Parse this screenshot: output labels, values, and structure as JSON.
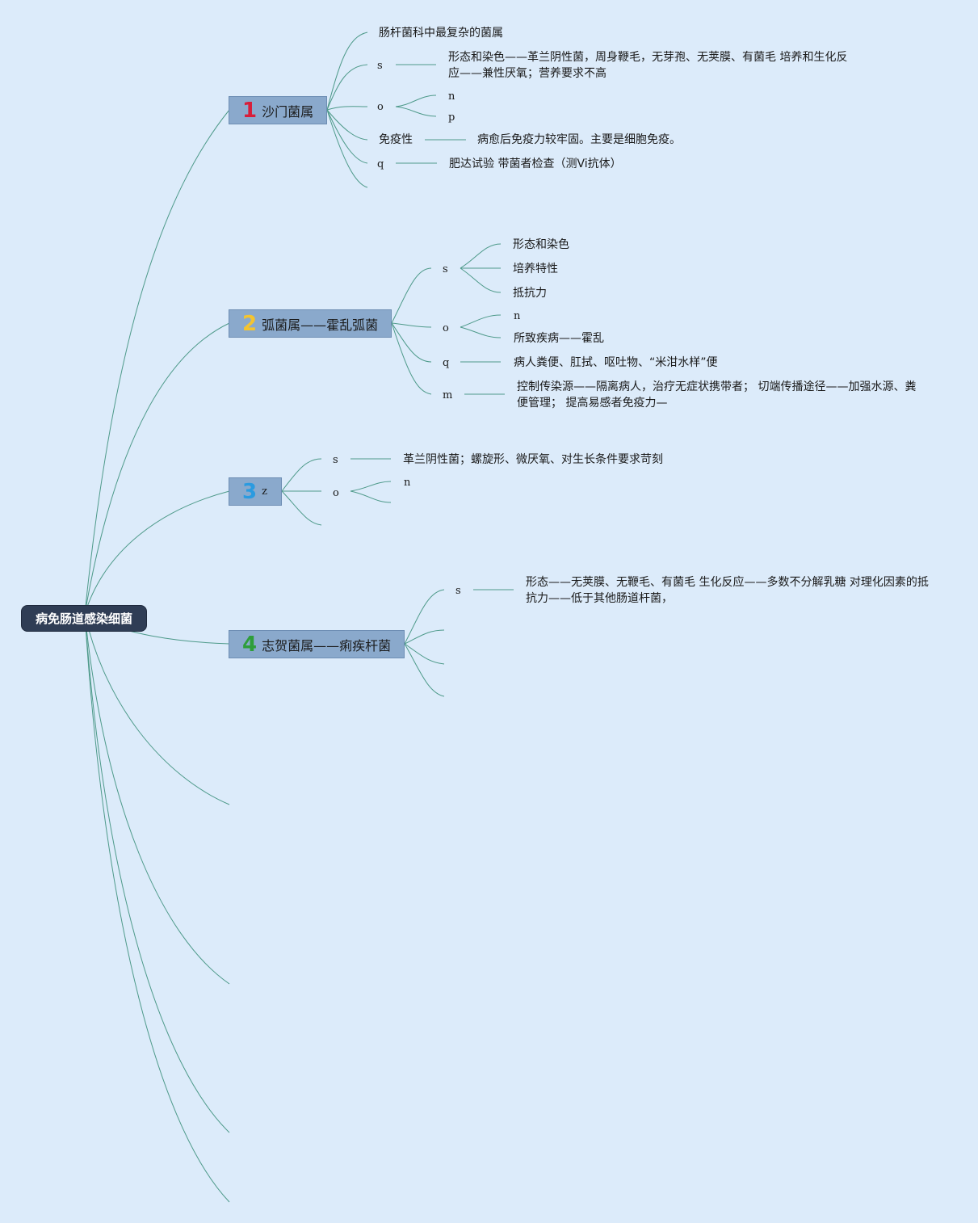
{
  "root": {
    "label": "病免肠道感染细菌"
  },
  "branches": [
    {
      "number": "1",
      "number_color": "#d81e3a",
      "label": "沙门菌属"
    },
    {
      "number": "2",
      "number_color": "#f4c430",
      "label": "弧菌属——霍乱弧菌"
    },
    {
      "number": "3",
      "number_color": "#2b9be0",
      "label": "z"
    },
    {
      "number": "4",
      "number_color": "#2e9e3a",
      "label": "志贺菌属——痢疾杆菌"
    }
  ],
  "b1": {
    "intro": "肠杆菌科中最复杂的菌属",
    "s": "s",
    "s_text": "形态和染色——革兰阴性菌，周身鞭毛，无芽孢、无荚膜、有菌毛 培养和生化反应——兼性厌氧；营养要求不高",
    "o": "o",
    "o_n": "n",
    "o_p": "p",
    "immunity": "免疫性",
    "immunity_text": "病愈后免疫力较牢固。主要是细胞免疫。",
    "q": "q",
    "q_text": "肥达试验 带菌者检查（测Vi抗体）"
  },
  "b2": {
    "s": "s",
    "s_items": [
      "形态和染色",
      "培养特性",
      "抵抗力"
    ],
    "o": "o",
    "o_n": "n",
    "o_disease": "所致疾病——霍乱",
    "q": "q",
    "q_text": "病人粪便、肛拭、呕吐物、“米泔水样”便",
    "m": "m",
    "m_text": "控制传染源——隔离病人，治疗无症状携带者； 切端传播途径——加强水源、粪便管理； 提高易感者免疫力—"
  },
  "b3": {
    "s": "s",
    "s_text": "革兰阴性菌；螺旋形、微厌氧、对生长条件要求苛刻",
    "o": "o",
    "o_n": "n"
  },
  "b4": {
    "s": "s",
    "s_text": "形态——无荚膜、无鞭毛、有菌毛 生化反应——多数不分解乳糖 对理化因素的抵抗力——低于其他肠道杆菌，"
  }
}
